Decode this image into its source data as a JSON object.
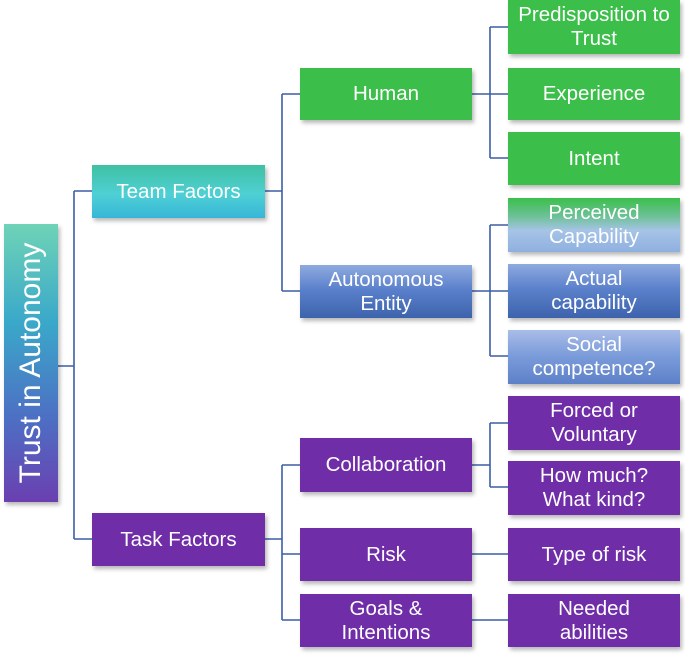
{
  "root": {
    "label": "Trust in Autonomy"
  },
  "level1": [
    {
      "id": "team",
      "label": "Team Factors"
    },
    {
      "id": "task",
      "label": "Task Factors"
    }
  ],
  "level2": [
    {
      "id": "human",
      "label": "Human"
    },
    {
      "id": "auto",
      "label": "Autonomous Entity"
    },
    {
      "id": "collab",
      "label": "Collaboration"
    },
    {
      "id": "risk",
      "label": "Risk"
    },
    {
      "id": "goals",
      "label": "Goals & Intentions"
    }
  ],
  "level3": [
    {
      "id": "predisp",
      "label": "Predisposition to Trust"
    },
    {
      "id": "exper",
      "label": "Experience"
    },
    {
      "id": "intent",
      "label": "Intent"
    },
    {
      "id": "percap",
      "label": "Perceived Capability"
    },
    {
      "id": "actcap",
      "label": "Actual capability"
    },
    {
      "id": "social",
      "label": "Social competence?"
    },
    {
      "id": "forced",
      "label": "Forced or Voluntary"
    },
    {
      "id": "howmuch",
      "label": "How much? What kind?"
    },
    {
      "id": "typerisk",
      "label": "Type of risk"
    },
    {
      "id": "needed",
      "label": "Needed abilities"
    }
  ],
  "colors": {
    "connector": "#3b5fa6",
    "green": "#3bbf4a",
    "purple": "#6f2da8",
    "blue": "#5c81cc",
    "teal": "#45c6cf"
  }
}
